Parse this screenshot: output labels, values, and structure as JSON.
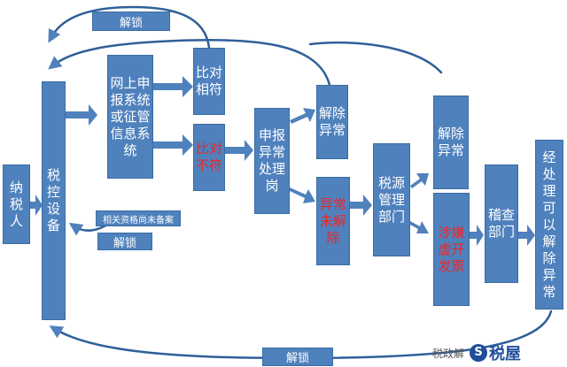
{
  "nodes": {
    "taxpayer": "纳税人",
    "tax_control_device": "税控设备",
    "online_system": "网上申报系统或征管信息系统",
    "match": "比对相符",
    "mismatch": "比对不符",
    "abnormal_post": "申报异常处理岗",
    "resolve_1": "解除异常",
    "unresolved": "异常未解除",
    "tax_source_dept": "税源管理部门",
    "resolve_2": "解除异常",
    "false_invoice": "涉嫌虚开发票",
    "inspection_dept": "稽查部门",
    "final_resolve": "经处理可以解除异常"
  },
  "banners": {
    "unlock_top": "解锁",
    "not_filed": "相关资格尚未备案",
    "unlock_left": "解锁",
    "unlock_bottom": "解锁"
  },
  "watermark": {
    "text": "税政解",
    "logo_text": "税屋"
  },
  "colors": {
    "box_fill": "#4f81bd",
    "highlight_text": "#e8282b"
  }
}
